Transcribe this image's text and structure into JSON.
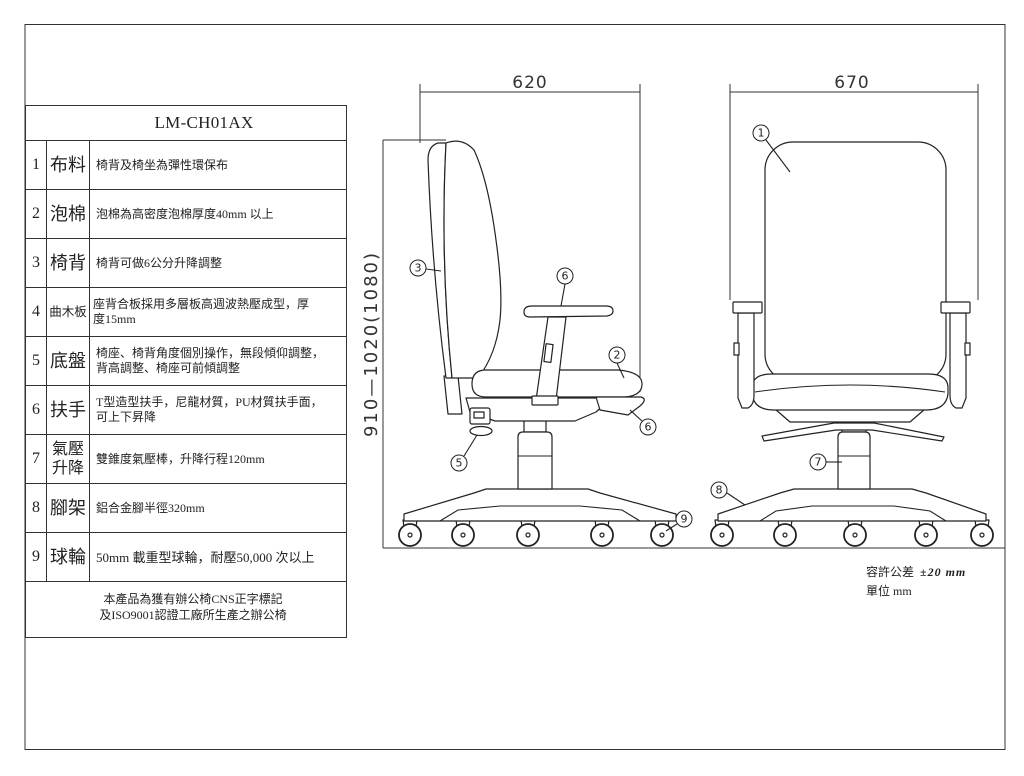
{
  "spec": {
    "model": "LM-CH01AX",
    "rows": [
      {
        "no": "1",
        "name": "布料",
        "desc": [
          "椅背及椅坐為彈性環保布"
        ]
      },
      {
        "no": "2",
        "name": "泡棉",
        "desc": [
          "泡棉為高密度泡棉厚度40mm 以上"
        ]
      },
      {
        "no": "3",
        "name": "椅背",
        "desc": [
          "椅背可做6公分升降調整"
        ]
      },
      {
        "no": "4",
        "name": "曲木板",
        "desc": [
          "座背合板採用多層板高週波熱壓成型，厚",
          "度15mm"
        ]
      },
      {
        "no": "5",
        "name": "底盤",
        "desc": [
          "椅座、椅背角度個別操作，無段傾仰調整，",
          "背高調整、椅座可前傾調整"
        ]
      },
      {
        "no": "6",
        "name": "扶手",
        "desc": [
          "T型造型扶手，尼龍材質，PU材質扶手面，",
          "可上下昇降"
        ]
      },
      {
        "no": "7",
        "name": "氣壓升降",
        "desc": [
          "雙錐度氣壓棒，升降行程120mm"
        ]
      },
      {
        "no": "8",
        "name": "腳架",
        "desc": [
          "鋁合金腳半徑320mm"
        ]
      },
      {
        "no": "9",
        "name": "球輪",
        "desc": [
          "50mm 載重型球輪，耐壓50,000 次以上"
        ]
      }
    ],
    "footer": [
      "本產品為獲有辦公椅CNS正字標記",
      "及ISO9001認證工廠所生產之辦公椅"
    ]
  },
  "drawing": {
    "side_width": "620",
    "front_width": "670",
    "height_range": "910—1020(1080)",
    "callouts": [
      "3",
      "6",
      "2",
      "6",
      "5",
      "1",
      "7",
      "8",
      "9"
    ]
  },
  "notes": {
    "tolerance_label": "容許公差",
    "tolerance_value": "±20 mm",
    "unit": "單位 mm"
  }
}
